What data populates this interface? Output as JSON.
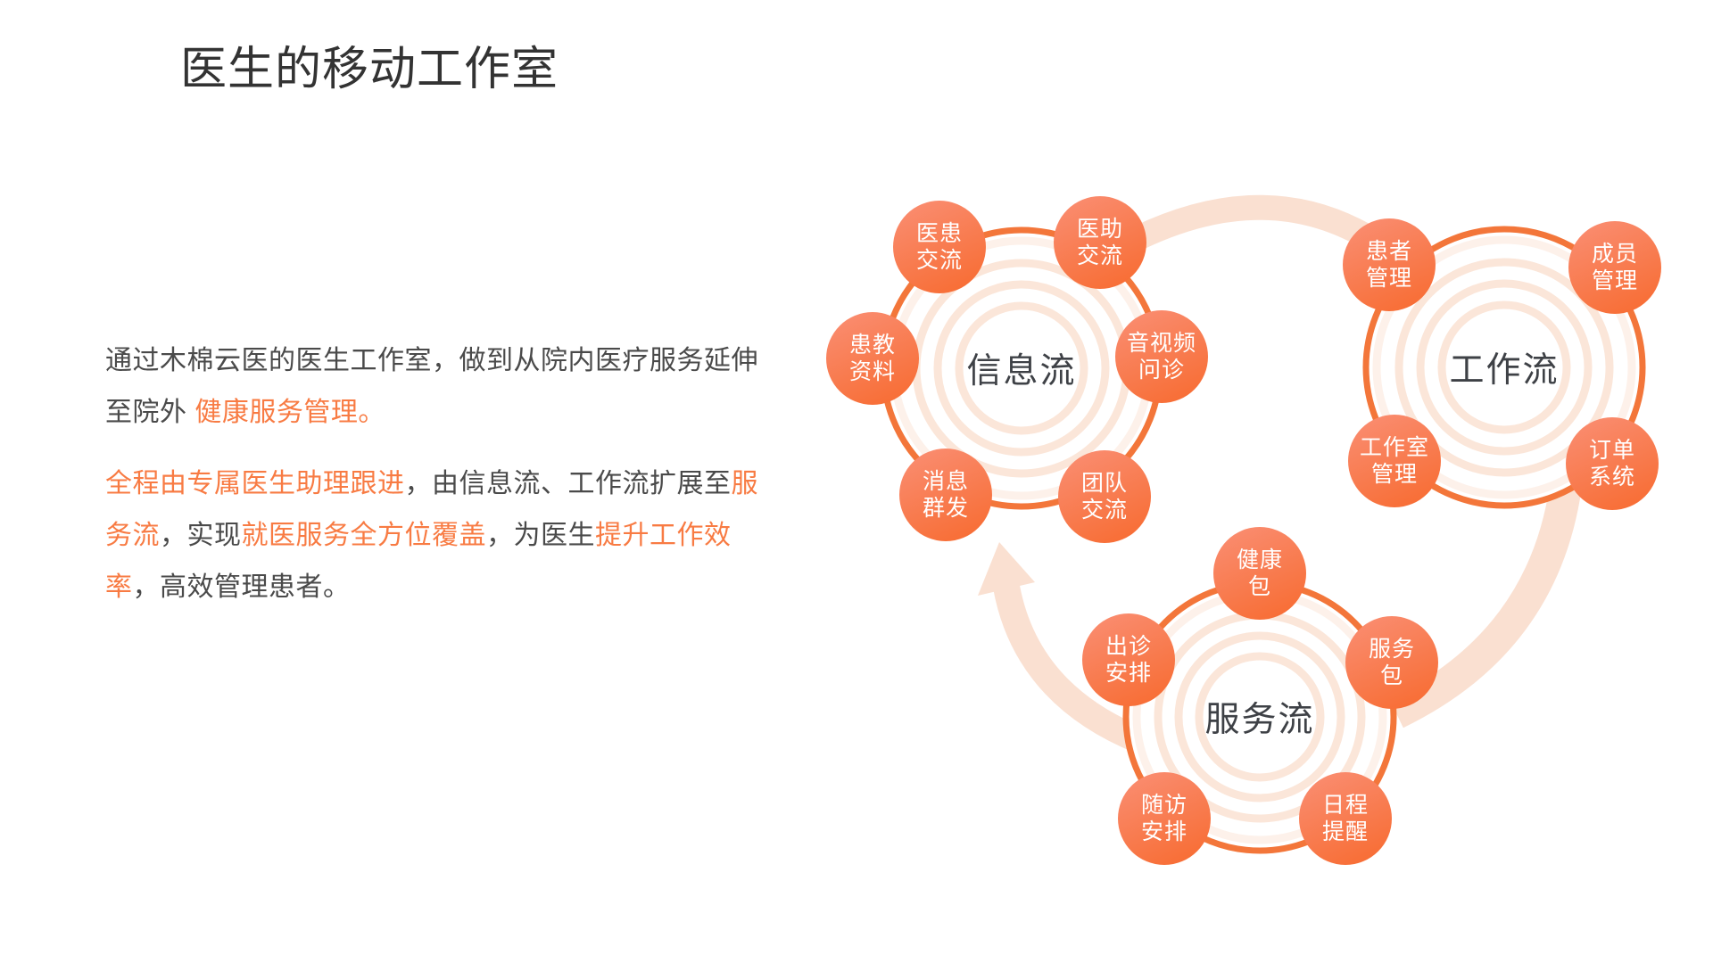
{
  "title": "医生的移动工作室",
  "paragraphs": [
    {
      "segments": [
        {
          "text": "通过木棉云医的医生工作室，做到从院内医疗服务延伸至院外 ",
          "highlight": false
        },
        {
          "text": "健康服务管理。",
          "highlight": true
        }
      ]
    },
    {
      "segments": [
        {
          "text": "全程由专属医生助理跟进",
          "highlight": true
        },
        {
          "text": "，由信息流、工作流扩展至",
          "highlight": false
        },
        {
          "text": "服务流",
          "highlight": true
        },
        {
          "text": "，实现",
          "highlight": false
        },
        {
          "text": "就医服务全方位覆盖",
          "highlight": true
        },
        {
          "text": "，为医生",
          "highlight": false
        },
        {
          "text": "提升工作效率",
          "highlight": true
        },
        {
          "text": "，高效管理患者。",
          "highlight": false
        }
      ]
    }
  ],
  "diagram": {
    "clusters": [
      {
        "label": "信息流",
        "nodes": [
          {
            "label": "医患\n交流"
          },
          {
            "label": "医助\n交流"
          },
          {
            "label": "患教\n资料"
          },
          {
            "label": "音视频\n问诊"
          },
          {
            "label": "消息\n群发"
          },
          {
            "label": "团队\n交流"
          }
        ]
      },
      {
        "label": "工作流",
        "nodes": [
          {
            "label": "患者\n管理"
          },
          {
            "label": "成员\n管理"
          },
          {
            "label": "工作室\n管理"
          },
          {
            "label": "订单\n系统"
          }
        ]
      },
      {
        "label": "服务流",
        "nodes": [
          {
            "label": "健康\n包"
          },
          {
            "label": "出诊\n安排"
          },
          {
            "label": "服务\n包"
          },
          {
            "label": "随访\n安排"
          },
          {
            "label": "日程\n提醒"
          }
        ]
      }
    ]
  },
  "colors": {
    "accent_text_orange": "#F87B43",
    "body_text": "#4A4A4A",
    "title_text": "#333333",
    "bubble_gradient_start": "#FA8F75",
    "bubble_gradient_end": "#F76A2E",
    "ring_stroke": "#F3763A",
    "inner_ring": "#FBE6D9",
    "connector_band": "#FAE0D1",
    "cluster_label_text": "#3E4146"
  }
}
